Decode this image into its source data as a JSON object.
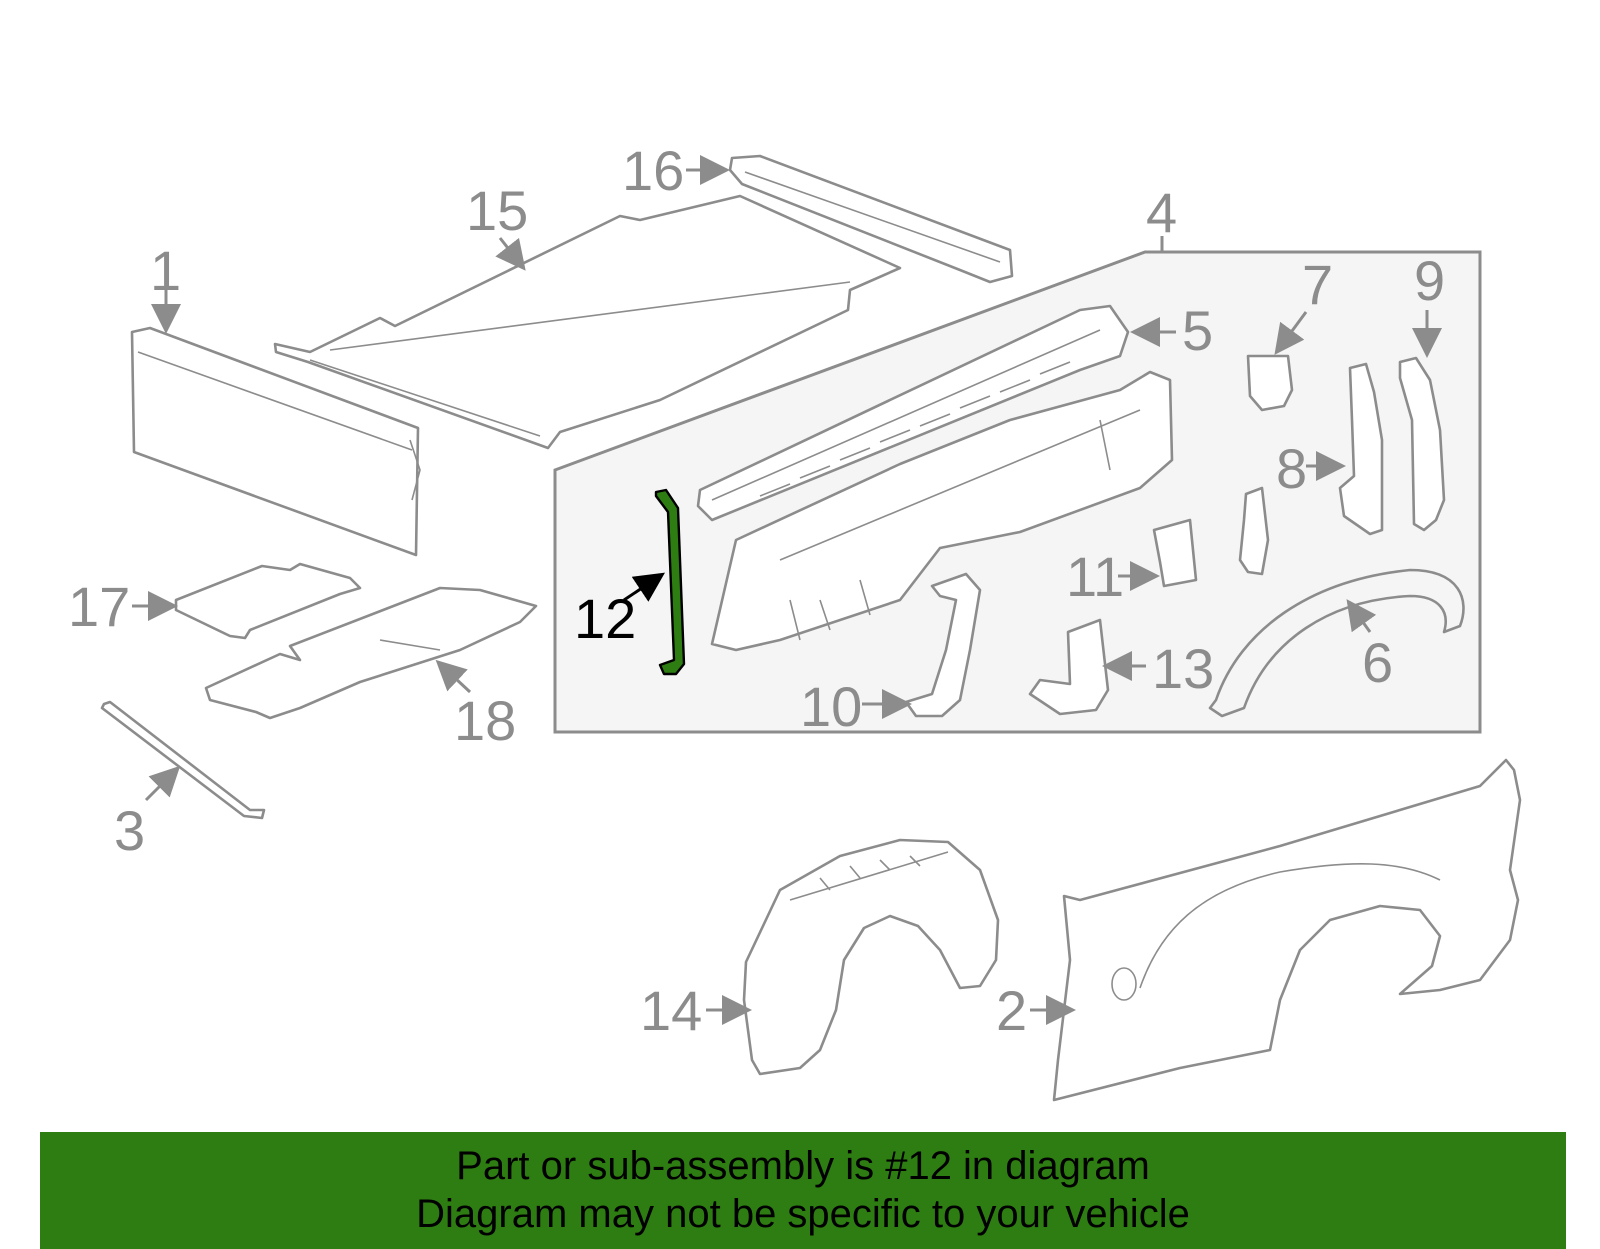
{
  "diagram": {
    "labels": {
      "p1": "1",
      "p2": "2",
      "p3": "3",
      "p4": "4",
      "p5": "5",
      "p6": "6",
      "p7": "7",
      "p8": "8",
      "p9": "9",
      "p10": "10",
      "p11": "11",
      "p12": "12",
      "p13": "13",
      "p14": "14",
      "p15": "15",
      "p16": "16",
      "p17": "17",
      "p18": "18"
    },
    "highlighted_part": "12",
    "colors": {
      "line": "#8c8c8c",
      "highlight": "#2e7d12",
      "inset_bg": "#f5f5f5",
      "banner": "#2e7d12"
    }
  },
  "banner": {
    "line1": "Part or sub-assembly is #12 in diagram",
    "line2": "Diagram may not be specific to your vehicle"
  }
}
